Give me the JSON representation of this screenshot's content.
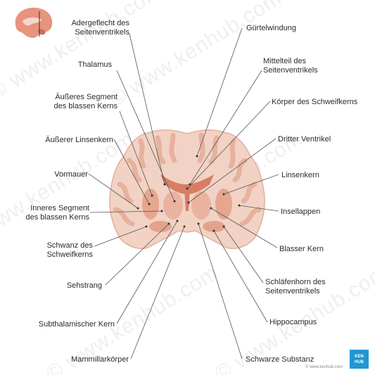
{
  "labels": {
    "adergeflecht": "Adergeflecht des\nSeitenventrikels",
    "thalamus": "Thalamus",
    "aeusseres_segment": "Äußeres Segment\ndes blassen Kerns",
    "aeusserer_linsenkern": "Äußerer Linsenkern",
    "vormauer": "Vormauer",
    "inneres_segment": "Inneres Segment\ndes blassen Kerns",
    "schwanz": "Schwanz des\nSchweifkerns",
    "sehstrang": "Sehstrang",
    "subthalamischer": "Subthalamischer Kern",
    "mammillar": "Mammillarkörper",
    "guertelwindung": "Gürtelwindung",
    "mittelteil": "Mittelteil des\nSeitenventrikels",
    "koerper": "Körper des Schweifkerns",
    "dritter": "Dritter Ventrikel",
    "linsenkern": "Linsenkern",
    "insellappen": "Insellappen",
    "blasser": "Blasser Kern",
    "schlaefenhorn": "Schläfenhorn des\nSeitenventrikels",
    "hippocampus": "Hippocampus",
    "schwarze": "Schwarze Substanz"
  },
  "brand": {
    "line1": "KEN",
    "line2": "HUB",
    "site": "© www.kenhub.com"
  },
  "watermark_text": "© www.kenhub.com",
  "colors": {
    "white_matter": "#f2d2c4",
    "grey_matter": "#e7b39f",
    "deep_nuclei": "#e6a690",
    "ventricle": "#d97c66",
    "line": "#555555",
    "accent": "#2196d3"
  }
}
